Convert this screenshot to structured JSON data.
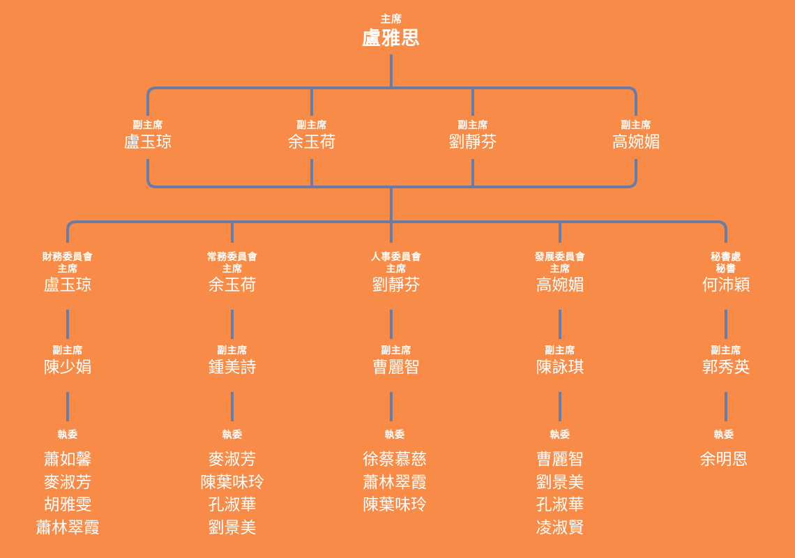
{
  "theme": {
    "background": "#f98b48",
    "text": "#ffffff",
    "connector": "#6a7ba6"
  },
  "chart": {
    "type": "org-chart",
    "root": {
      "role": "主席",
      "name": "盧雅思"
    },
    "vice_chairs": [
      {
        "role": "副主席",
        "name": "盧玉琼"
      },
      {
        "role": "副主席",
        "name": "余玉荷"
      },
      {
        "role": "副主席",
        "name": "劉靜芬"
      },
      {
        "role": "副主席",
        "name": "高婉媚"
      }
    ],
    "committees": [
      {
        "unit": "財務委員會",
        "head_role": "主席",
        "head_name": "盧玉琼",
        "deputy_role": "副主席",
        "deputy_name": "陳少娟",
        "members_role": "執委",
        "members": [
          "蕭如馨",
          "麥淑芳",
          "胡雅雯",
          "蕭林翠霞"
        ]
      },
      {
        "unit": "常務委員會",
        "head_role": "主席",
        "head_name": "余玉荷",
        "deputy_role": "副主席",
        "deputy_name": "鍾美詩",
        "members_role": "執委",
        "members": [
          "麥淑芳",
          "陳葉味玲",
          "孔淑華",
          "劉景美"
        ]
      },
      {
        "unit": "人事委員會",
        "head_role": "主席",
        "head_name": "劉靜芬",
        "deputy_role": "副主席",
        "deputy_name": "曹麗智",
        "members_role": "執委",
        "members": [
          "徐蔡慕慈",
          "蕭林翠霞",
          "陳葉味玲"
        ]
      },
      {
        "unit": "發展委員會",
        "head_role": "主席",
        "head_name": "高婉媚",
        "deputy_role": "副主席",
        "deputy_name": "陳詠琪",
        "members_role": "執委",
        "members": [
          "曹麗智",
          "劉景美",
          "孔淑華",
          "凌淑賢"
        ]
      },
      {
        "unit": "秘書處",
        "head_role": "秘書",
        "head_name": "何沛穎",
        "deputy_role": "副主席",
        "deputy_name": "郭秀英",
        "members_role": "執委",
        "members": [
          "余明恩"
        ]
      }
    ]
  }
}
